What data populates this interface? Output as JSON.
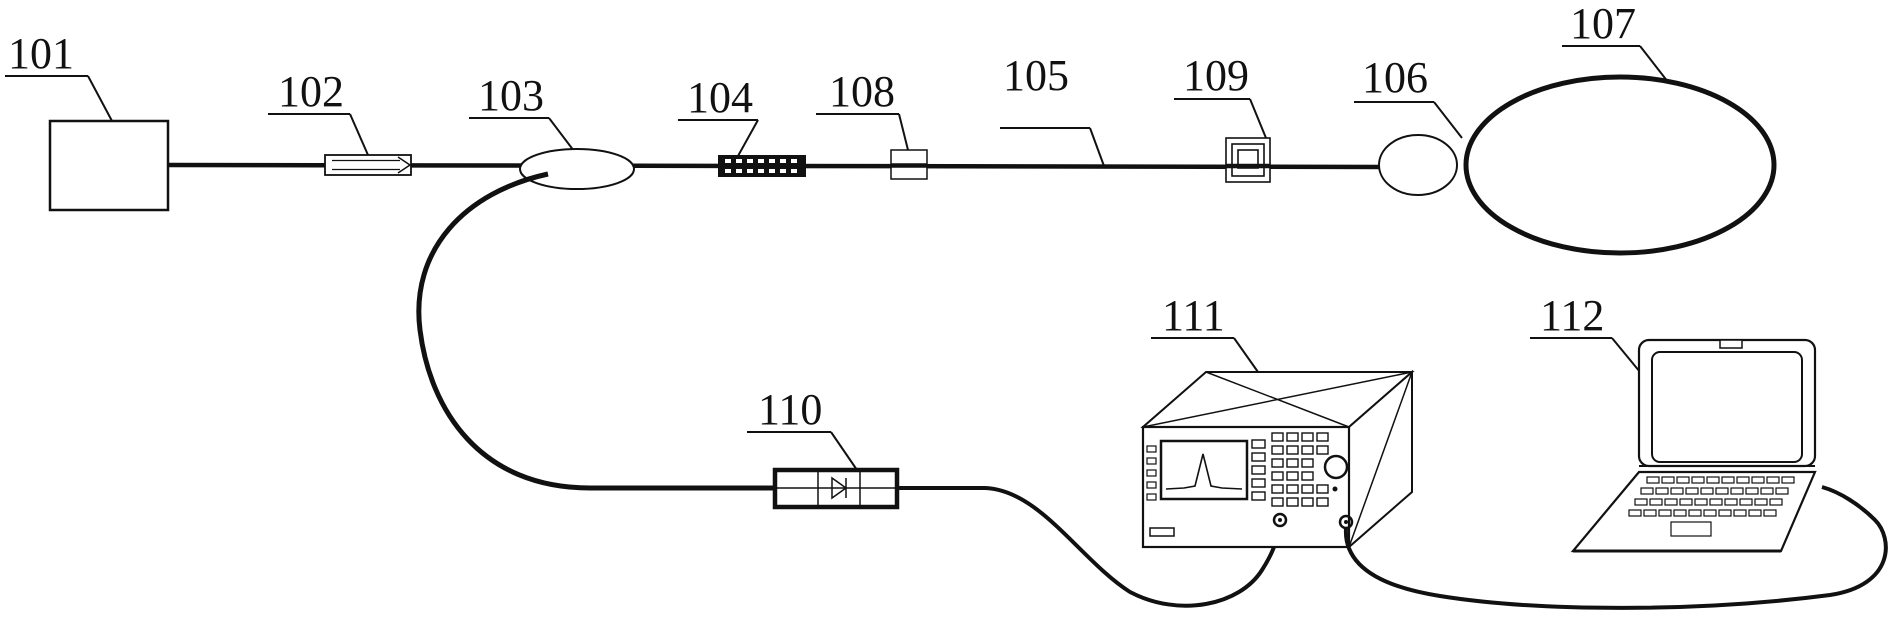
{
  "colors": {
    "line": "#111111",
    "background": "#ffffff",
    "screen_fill": "#ffffff"
  },
  "labels": {
    "c101": "101",
    "c102": "102",
    "c103": "103",
    "c104": "104",
    "c105": "105",
    "c106": "106",
    "c107": "107",
    "c108": "108",
    "c109": "109",
    "c110": "110",
    "c111": "111",
    "c112": "112"
  }
}
